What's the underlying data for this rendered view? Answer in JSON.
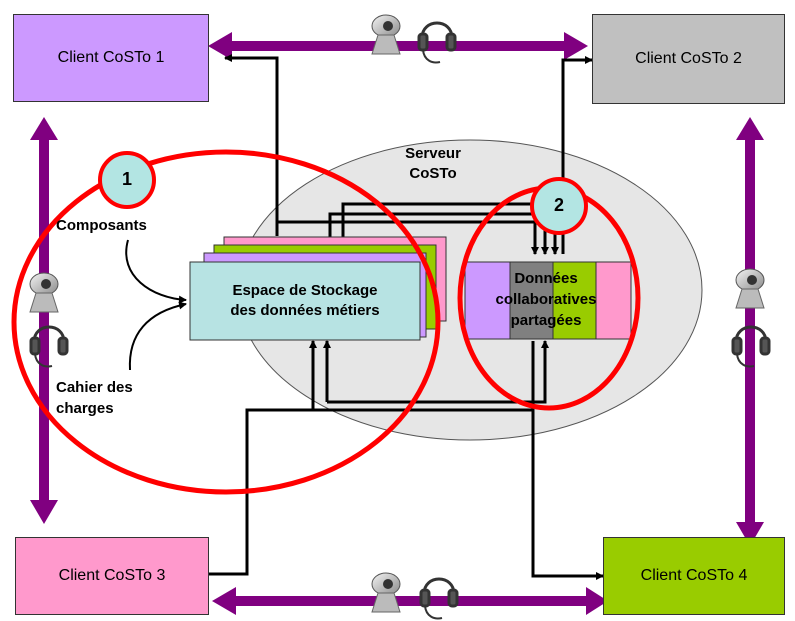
{
  "clients": [
    {
      "label": "Client CoSTo 1",
      "color": "#cc99ff"
    },
    {
      "label": "Client CoSTo 2",
      "color": "#c0c0c0"
    },
    {
      "label": "Client CoSTo 3",
      "color": "#ff99cc"
    },
    {
      "label": "Client CoSTo 4",
      "color": "#99cc00"
    }
  ],
  "server": {
    "title": "Serveur\nCoSTo",
    "fill": "#e6e6e6"
  },
  "storage": {
    "title": "Espace de Stockage\ndes données métiers",
    "fill": "#b7e3e3"
  },
  "shared": {
    "title": "Données\ncollaboratives\npartagées",
    "segment_colors": [
      "#cc99ff",
      "#808080",
      "#99cc00",
      "#ff99cc"
    ]
  },
  "inputs": {
    "components": "Composants",
    "specs": "Cahier des\ncharges"
  },
  "markers": {
    "one": "1",
    "two": "2",
    "fill": "#b3e5e3"
  },
  "colors": {
    "link": "#800080",
    "highlight": "#ff0000",
    "arrow": "#000000"
  },
  "icons": [
    "webcam-icon",
    "headset-icon"
  ]
}
